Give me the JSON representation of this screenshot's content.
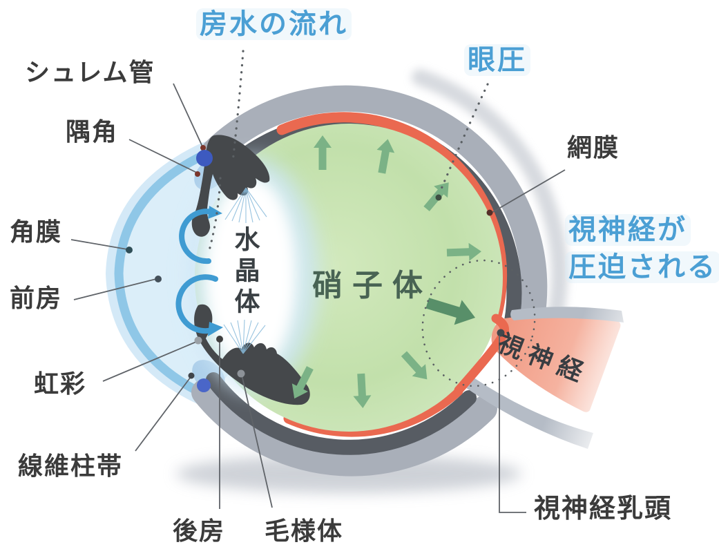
{
  "labels": {
    "aqueous_flow": "房水の流れ",
    "intraocular_pressure": "眼圧",
    "nerve_compressed_line1": "視神経が",
    "nerve_compressed_line2": "圧迫される",
    "schlemm_canal": "シュレム管",
    "angle": "隅角",
    "cornea": "角膜",
    "anterior_chamber": "前房",
    "iris": "虹彩",
    "trabecular_meshwork": "線維柱帯",
    "posterior_chamber": "後房",
    "ciliary_body": "毛様体",
    "lens": "水晶体",
    "vitreous_body": "硝子体",
    "retina": "網膜",
    "optic_nerve": "視神経",
    "optic_disc": "視神経乳頭"
  },
  "colors": {
    "highlight_blue": "#4b9fd4",
    "label_dark": "#3b3b3b",
    "vitreous_green": "#c2e0ab",
    "pressure_arrow_green": "#7bb286",
    "retina_red": "#ea6950",
    "sclera_gray": "#a9afb9",
    "choroid_dark_gray": "#575c63",
    "optic_nerve_pink": "#f4a593",
    "aqueous_blue": "#3f9bd2",
    "schlemm_dot_blue": "#3d5ac0",
    "iris_dark": "#45484b"
  }
}
